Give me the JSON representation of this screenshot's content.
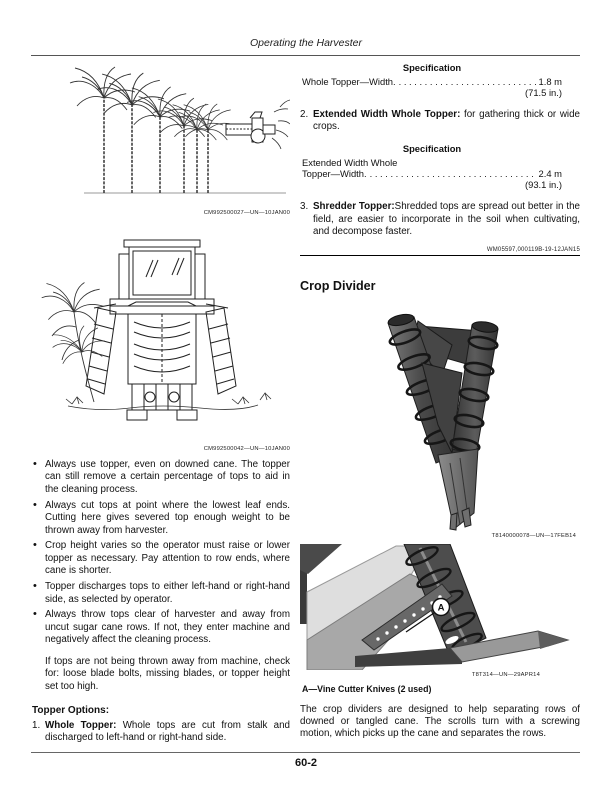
{
  "page": {
    "header_title": "Operating the Harvester",
    "footer_page_number": "60-2"
  },
  "left": {
    "figure1_caption": "CM992500027—UN—10JAN00",
    "figure2_caption": "CM992500042—UN—10JAN00",
    "bullets": [
      "Always use topper, even on downed cane. The topper can still remove a certain percentage of tops to aid in the cleaning process.",
      "Always cut tops at point where the lowest leaf ends. Cutting here gives severed top enough weight to be thrown away from harvester.",
      "Crop height varies so the operator must raise or lower topper as necessary. Pay attention to row ends, where cane is shorter.",
      "Topper discharges tops to either left-hand or right-hand side, as selected by operator.",
      "Always throw tops clear of harvester and away from uncut sugar cane rows. If not, they enter machine and negatively affect the cleaning process."
    ],
    "note": "If tops are not being thrown away from machine, check for: loose blade bolts, missing blades, or topper height set too high.",
    "options_heading": "Topper Options:",
    "option1": {
      "number": "1.",
      "title": "Whole Topper: ",
      "text": "Whole tops are cut from stalk and discharged to left-hand or right-hand side."
    }
  },
  "right": {
    "spec1": {
      "heading": "Specification",
      "label": "Whole Topper—Width.",
      "dots": ". . . . . . . . . . . . . . . . . . . . . . . . . . . . . . . . . . . . . . . . . . . . . . . . . . . . . .",
      "value": "1.8 m",
      "value_alt": "(71.5 in.)"
    },
    "item2": {
      "number": "2.",
      "title": "Extended Width Whole Topper: ",
      "text": "for gathering thick or wide crops."
    },
    "spec2": {
      "heading": "Specification",
      "label_line1": "Extended Width Whole",
      "label_line2": "Topper—Width.",
      "dots": ". . . . . . . . . . . . . . . . . . . . . . . . . . . . . . . . . . . . . . . . . . . . . . . . . . . . . .",
      "value": "2.4 m",
      "value_alt": "(93.1 in.)"
    },
    "item3": {
      "number": "3.",
      "title": "Shredder Topper:",
      "text": "Shredded tops are spread out better in the field, are easier to incorporate in the soil when cultivating, and decompose faster."
    },
    "doc_code": "WM05597,000119B-19-12JAN15",
    "section_heading": "Crop Divider",
    "figure3_caption": "T8140000078—UN—17FEB14",
    "figure4_caption": "T8T314—UN—29APR14",
    "figure4_label": "A",
    "legend": "A—Vine Cutter Knives (2 used)",
    "paragraph": "The crop dividers are designed to help separating rows of downed or tangled cane. The scrolls turn with a screwing motion, which picks up the cane and separates the rows."
  }
}
